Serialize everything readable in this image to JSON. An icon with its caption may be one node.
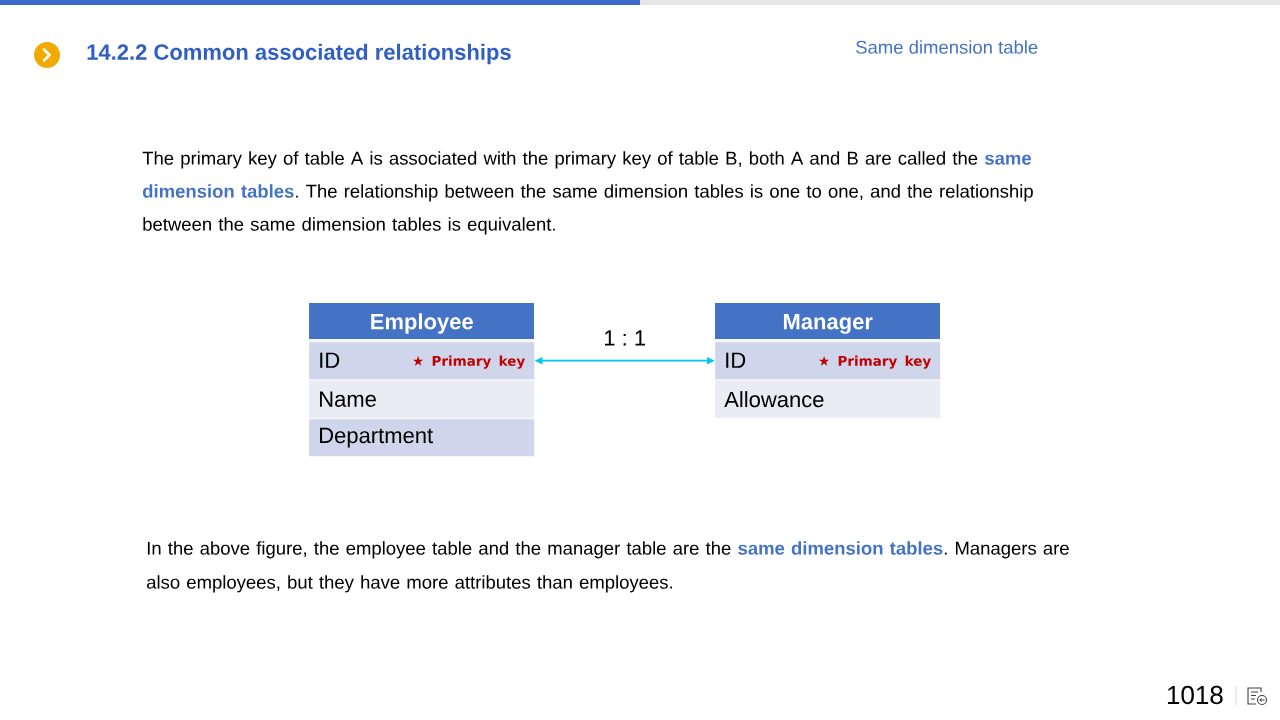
{
  "diagram": {
    "title": "14.2.2 Common associated relationships",
    "nodes": [
      {
        "text": [
          "Employee"
        ]
      },
      {
        "text": [
          "ID",
          "★ Primary key"
        ],
        "in": 0
      },
      {
        "text": [
          "Name"
        ],
        "in": 0
      },
      {
        "text": [
          "Department"
        ],
        "in": 0
      },
      {
        "text": [
          "Manager"
        ]
      },
      {
        "text": [
          "ID",
          "★ Primary key"
        ],
        "in": 4
      },
      {
        "text": [
          "Allowance"
        ],
        "in": 4
      }
    ],
    "edges": [
      {
        "from": 1,
        "to": 5,
        "arrow": "both",
        "label": "1 : 1",
        "color": "#00c8f0"
      }
    ],
    "labels": [
      "Same dimension table",
      "The primary key of table A is associated with the primary key of table B, both A and B are called the **same dimension tables**. The relationship between the same dimension tables is one to one, and the relationship between the same dimension tables is equivalent.",
      "In the above figure, the employee table and the manager table are the **same dimension tables**. Managers are also employees, but they have more attributes than employees.",
      "1018"
    ]
  }
}
